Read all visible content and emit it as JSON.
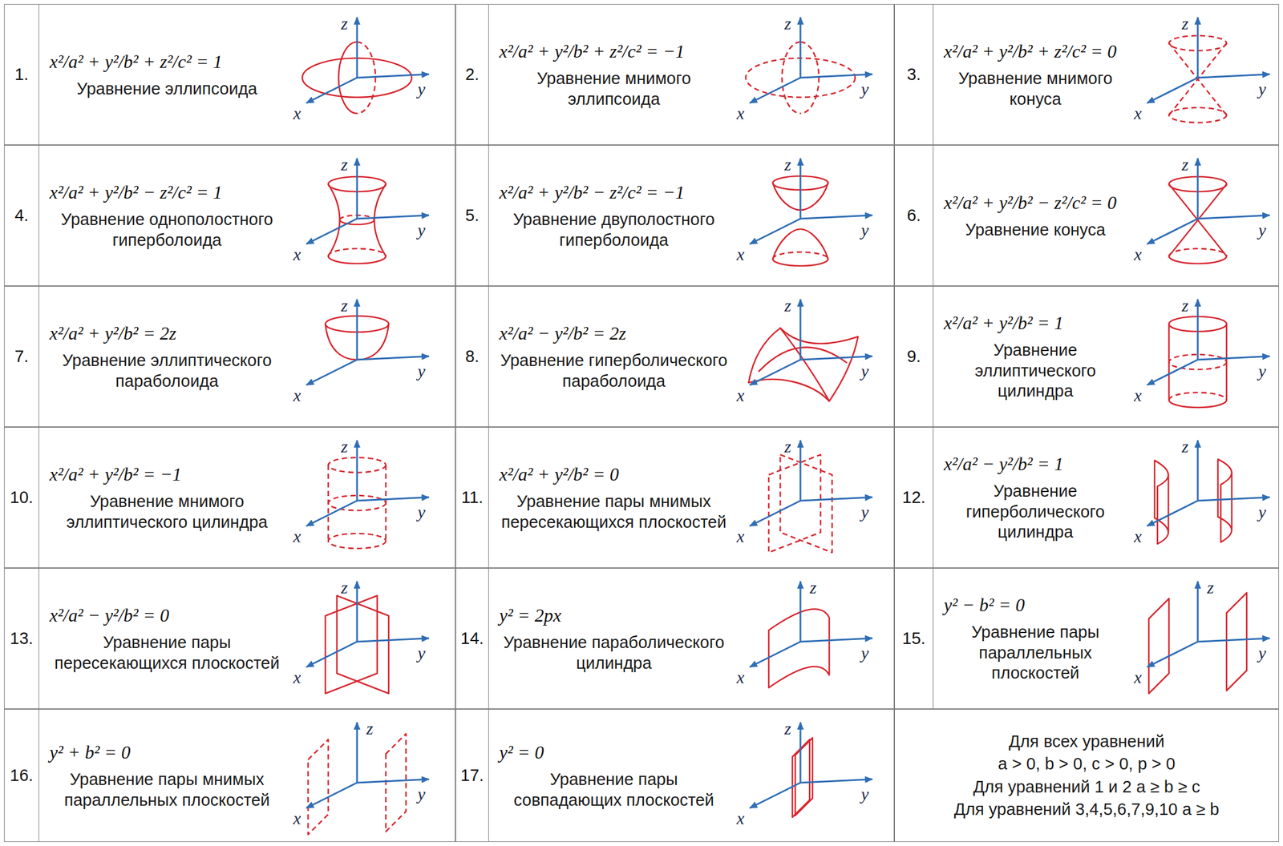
{
  "diagram": {
    "nodes": [
      {
        "text": [
          "1.",
          "x²/a² + y²/b² + z²/c² = 1",
          "Уравнение эллипсоида"
        ]
      },
      {
        "text": [
          "2.",
          "x²/a² + y²/b² + z²/c² = −1",
          "Уравнение мнимого эллипсоида"
        ]
      },
      {
        "text": [
          "3.",
          "x²/a² + y²/b² + z²/c² = 0",
          "Уравнение мнимого конуса"
        ]
      },
      {
        "text": [
          "4.",
          "x²/a² + y²/b² − z²/c² = 1",
          "Уравнение однополостного гиперболоида"
        ]
      },
      {
        "text": [
          "5.",
          "x²/a² + y²/b² − z²/c² = −1",
          "Уравнение двуполостного гиперболоида"
        ]
      },
      {
        "text": [
          "6.",
          "x²/a² + y²/b² − z²/c² = 0",
          "Уравнение конуса"
        ]
      },
      {
        "text": [
          "7.",
          "x²/a² + y²/b² = 2z",
          "Уравнение эллиптического параболоида"
        ]
      },
      {
        "text": [
          "8.",
          "x²/a² − y²/b² = 2z",
          "Уравнение гиперболического параболоида"
        ]
      },
      {
        "text": [
          "9.",
          "x²/a² + y²/b² = 1",
          "Уравнение эллиптического цилиндра"
        ]
      },
      {
        "text": [
          "10.",
          "x²/a² + y²/b² = −1",
          "Уравнение мнимого эллиптического цилиндра"
        ]
      },
      {
        "text": [
          "11.",
          "x²/a² + y²/b² = 0",
          "Уравнение пары мнимых пересекающихся плоскостей"
        ]
      },
      {
        "text": [
          "12.",
          "x²/a² − y²/b² = 1",
          "Уравнение гиперболического цилиндра"
        ]
      },
      {
        "text": [
          "13.",
          "x²/a² − y²/b² = 0",
          "Уравнение пары пересекающихся плоскостей"
        ]
      },
      {
        "text": [
          "14.",
          "y² = 2px",
          "Уравнение параболического цилиндра"
        ]
      },
      {
        "text": [
          "15.",
          "y² − b² = 0",
          "Уравнение пары параллельных плоскостей"
        ]
      },
      {
        "text": [
          "16.",
          "y² + b² = 0",
          "Уравнение пары мнимых параллельных плоскостей"
        ]
      },
      {
        "text": [
          "17.",
          "y² = 0",
          "Уравнение пары совпадающих плоскостей"
        ]
      },
      {
        "text": [
          "Для всех уравнений",
          "a > 0, b > 0, c > 0, p > 0",
          "Для уравнений 1 и 2 a ≥ b ≥ c",
          "Для уравнений 3,4,5,6,7,9,10 a ≥ b"
        ]
      }
    ],
    "labels": [
      "z",
      "y",
      "x",
      "z",
      "y",
      "x",
      "z",
      "y",
      "x",
      "z",
      "y",
      "x",
      "z",
      "y",
      "x",
      "z",
      "y",
      "x",
      "z",
      "y",
      "x",
      "z",
      "y",
      "x",
      "z",
      "y",
      "x",
      "z",
      "y",
      "x",
      "z",
      "y",
      "x",
      "z",
      "y",
      "x",
      "z",
      "y",
      "x",
      "z",
      "y",
      "x",
      "z",
      "y",
      "x",
      "z",
      "y",
      "x",
      "z",
      "y",
      "x"
    ]
  }
}
